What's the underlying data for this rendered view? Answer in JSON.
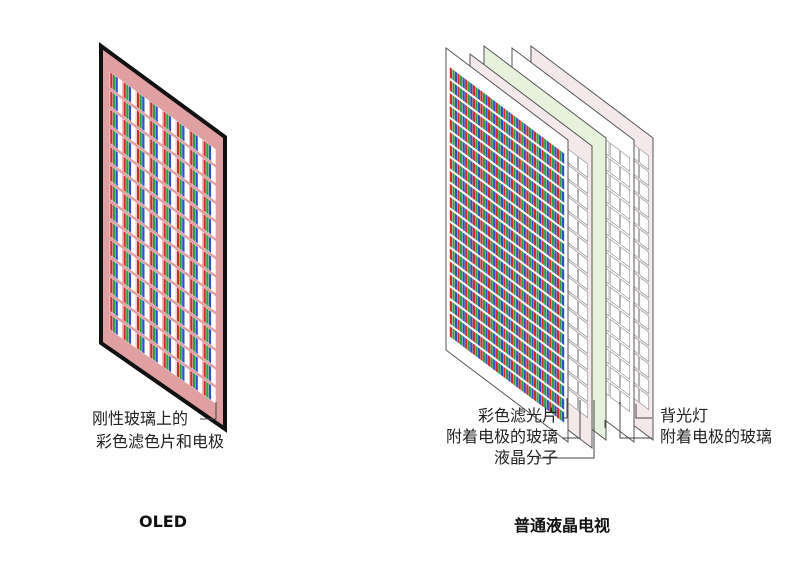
{
  "colors": {
    "red": "#d62a2a",
    "green": "#2e9e3e",
    "blue": "#3050c8",
    "oled_glass": "#e0a0a2",
    "oled_frame": "#111111",
    "lcd_tint_green": "#e6f2dc",
    "lcd_tint_pink": "#f3e8ea",
    "line": "#444444"
  },
  "oled": {
    "caption": "OLED",
    "callout_line1": "刚性玻璃上的",
    "callout_line2": "彩色滤色片和电极"
  },
  "lcd": {
    "caption": "普通液晶电视",
    "left_labels": [
      "彩色滤光片",
      "附着电极的玻璃",
      "液晶分子"
    ],
    "right_labels": [
      "背光灯",
      "附着电极的玻璃"
    ]
  }
}
